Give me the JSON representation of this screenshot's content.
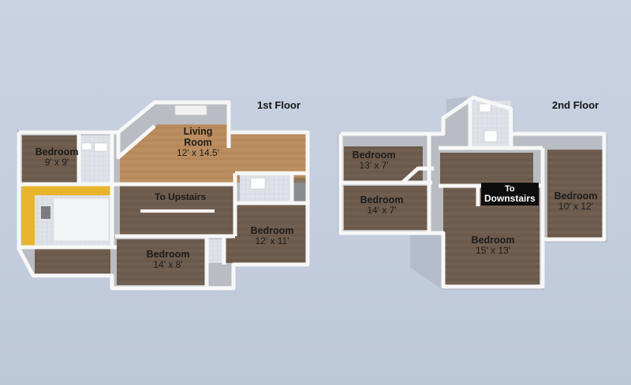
{
  "floors": [
    {
      "title": "1st Floor",
      "rooms": [
        {
          "name": "Bedroom",
          "size": "9' x 9'"
        },
        {
          "name": "Living\nRoom",
          "size": "12' x 14.5'"
        },
        {
          "name": "Bedroom",
          "size": "12' x 11'"
        },
        {
          "name": "Bedroom",
          "size": "14' x 8'"
        }
      ],
      "stairs_label": "To Upstairs"
    },
    {
      "title": "2nd Floor",
      "rooms": [
        {
          "name": "Bedroom",
          "size": "13' x 7'"
        },
        {
          "name": "Bedroom",
          "size": "14' x 7'"
        },
        {
          "name": "Bedroom",
          "size": "15' x 13'"
        },
        {
          "name": "Bedroom",
          "size": "10' x 12'"
        }
      ],
      "stairs_label_top": "To",
      "stairs_label_bottom": "Downstairs"
    }
  ],
  "colors": {
    "wall_top": "#f5f5f5",
    "wall_side": "#b9bcc2",
    "wood_floor": "#b98c5e",
    "dark_floor": "#6b5a4c",
    "kitchen_cabinet": "#e9b42c"
  }
}
